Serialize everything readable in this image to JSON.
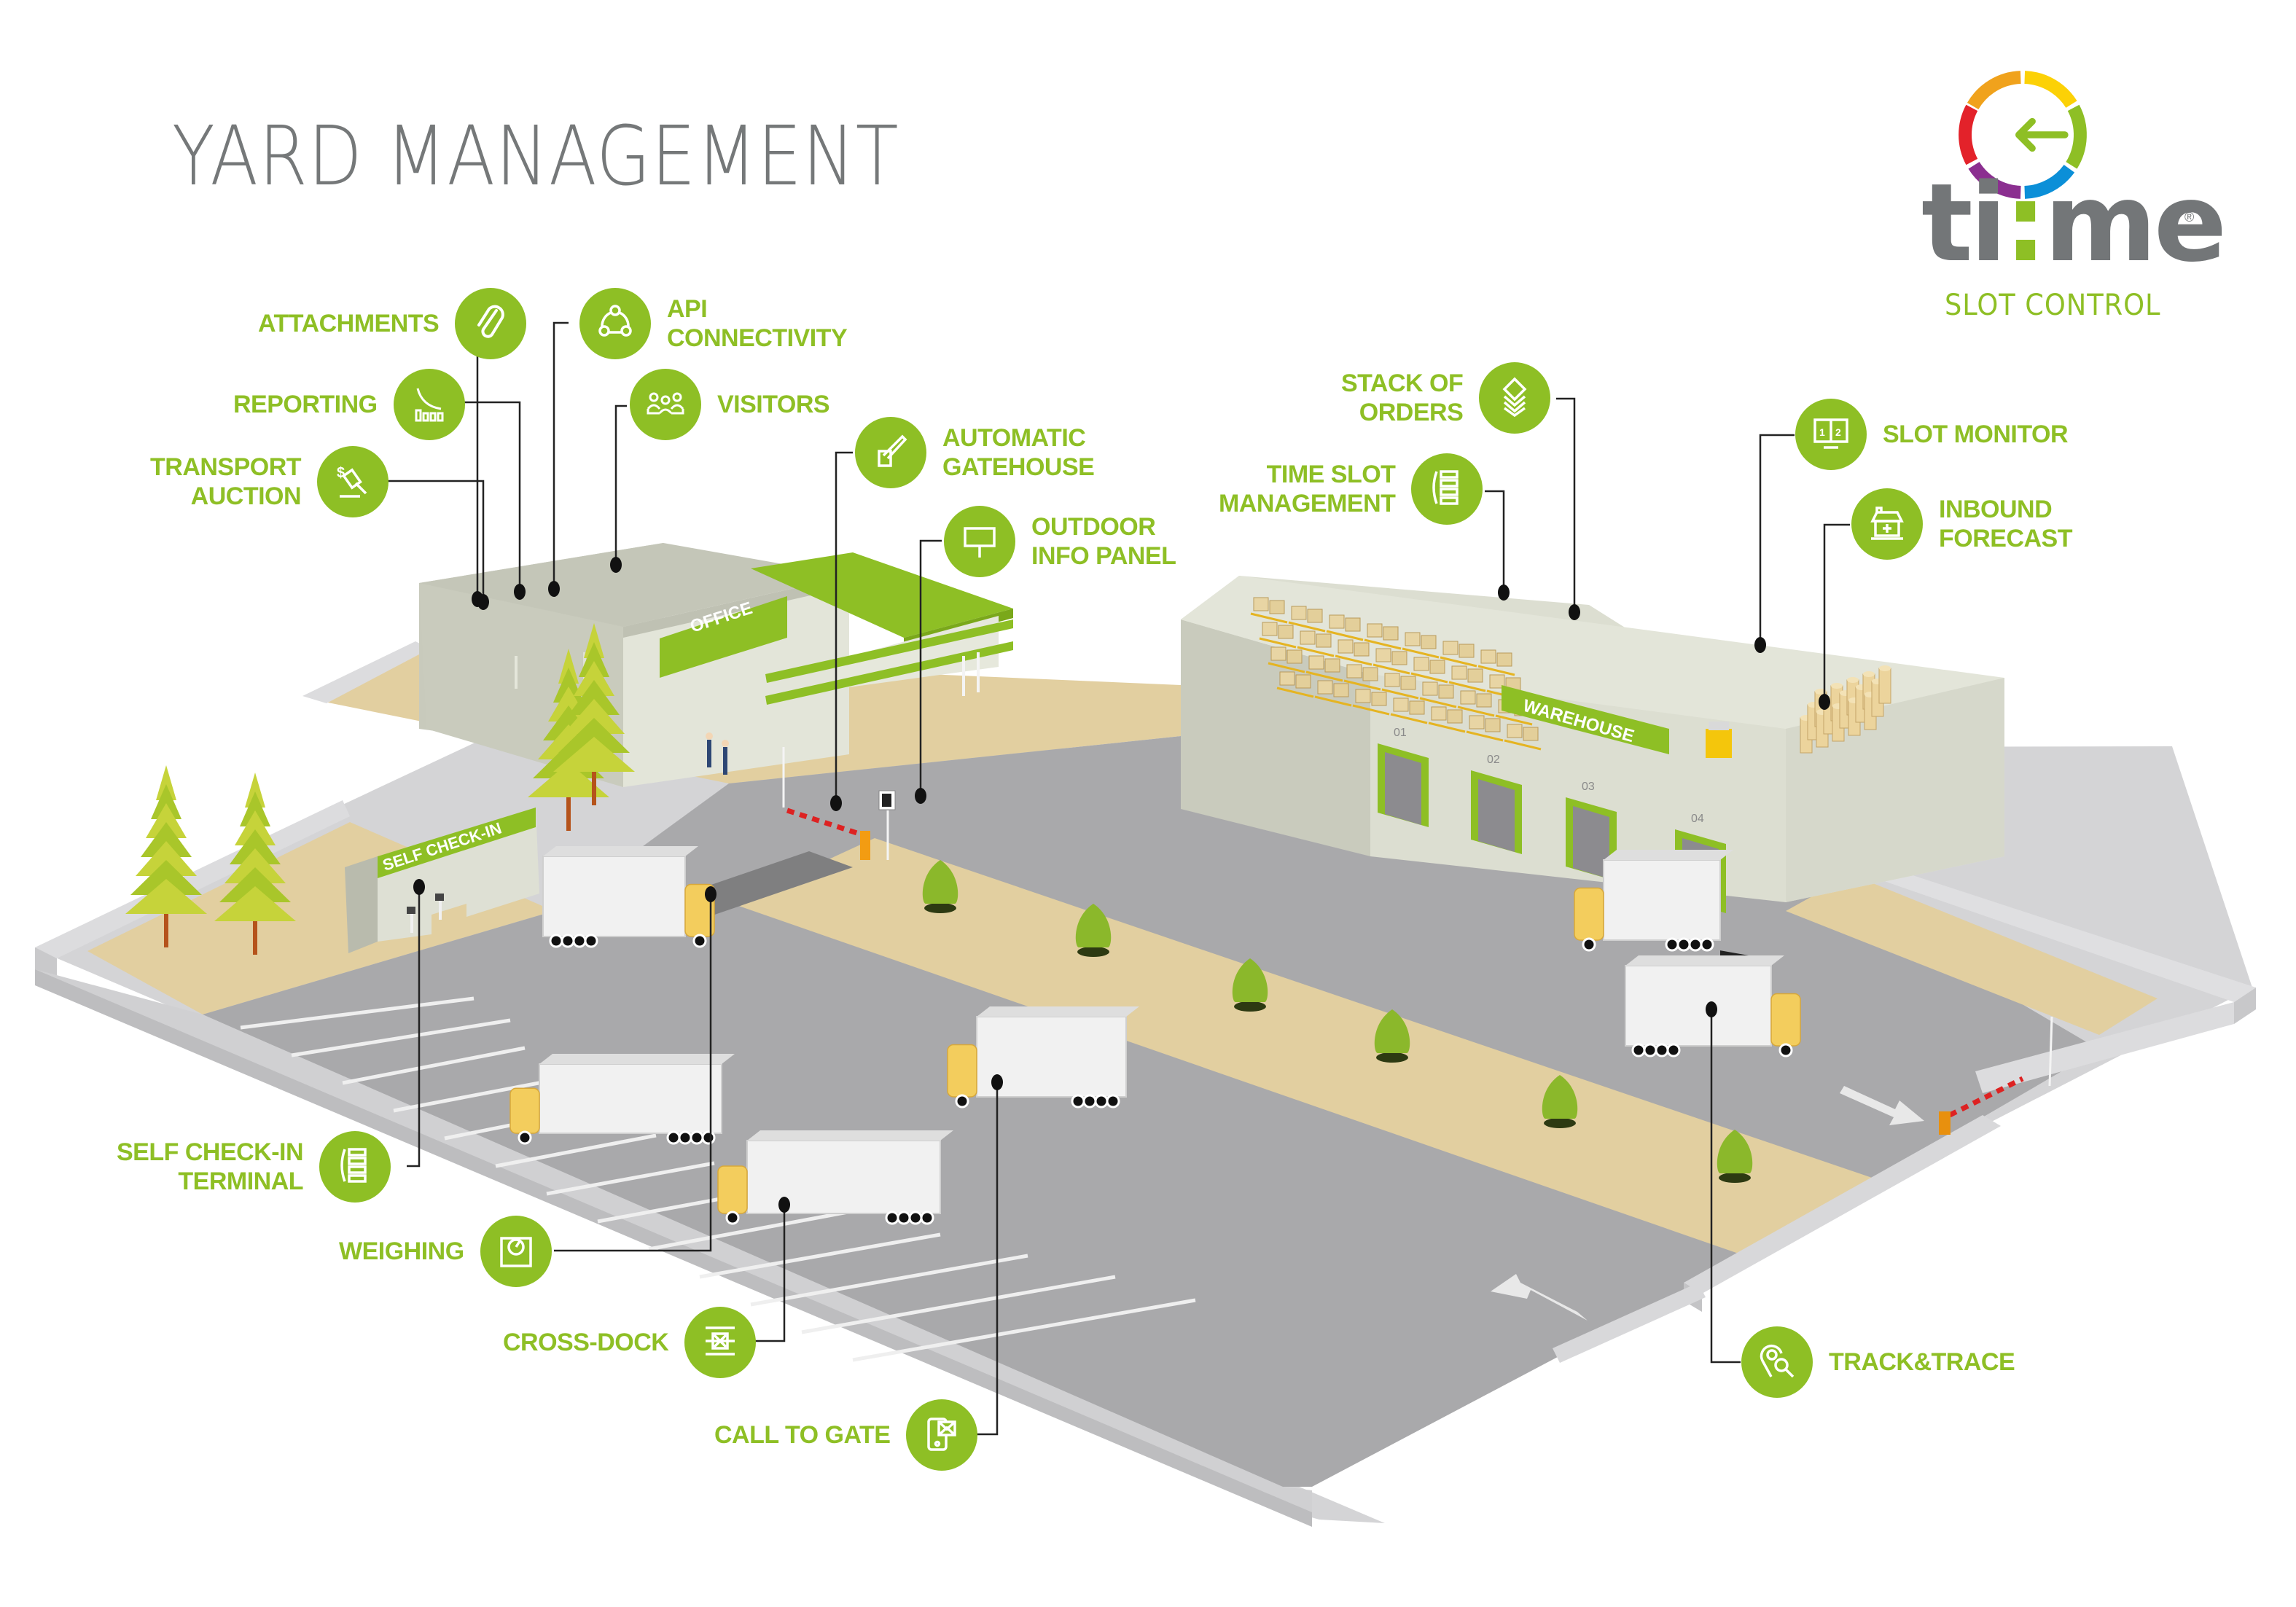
{
  "header": {
    "title": "YARD MANAGEMENT"
  },
  "logo": {
    "word_left": "ti",
    "word_colon": ":",
    "word_right": "me",
    "registered": "®",
    "subtitle": "SLOT CONTROL",
    "ring_colors": [
      "#f0a21c",
      "#fcd106",
      "#8ebf25",
      "#0b8fd8",
      "#8b2f90",
      "#e3222a"
    ],
    "arrow_color": "#8ebf25"
  },
  "colors": {
    "accent": "#8ebf25",
    "title_gray": "#757879",
    "asphalt": "#a9a9ab",
    "sand": "#e2cfa0",
    "wall": "#d8dacd",
    "curb": "#d9d9db",
    "truck_cab": "#f3cd5d",
    "trailer": "#eeeeee"
  },
  "buildings": {
    "office_sign": "OFFICE",
    "warehouse_sign": "WAREHOUSE",
    "self_checkin_sign": "SELF CHECK-IN",
    "dock_numbers": [
      "01",
      "02",
      "03",
      "04"
    ]
  },
  "callouts": [
    {
      "id": "attachments",
      "label": "ATTACHMENTS",
      "icon": "paperclip-icon"
    },
    {
      "id": "api-connectivity",
      "label": "API\nCONNECTIVITY",
      "icon": "network-nodes-icon"
    },
    {
      "id": "reporting",
      "label": "REPORTING",
      "icon": "bar-chart-trend-icon"
    },
    {
      "id": "visitors",
      "label": "VISITORS",
      "icon": "people-group-icon"
    },
    {
      "id": "transport-auction",
      "label": "TRANSPORT\nAUCTION",
      "icon": "auction-gavel-dollar-icon"
    },
    {
      "id": "automatic-gatehouse",
      "label": "AUTOMATIC\nGATEHOUSE",
      "icon": "barrier-gate-icon"
    },
    {
      "id": "outdoor-info-panel",
      "label": "OUTDOOR\nINFO PANEL",
      "icon": "signboard-icon"
    },
    {
      "id": "stack-of-orders",
      "label": "STACK OF\nORDERS",
      "icon": "layers-stack-icon"
    },
    {
      "id": "time-slot-management",
      "label": "TIME SLOT\nMANAGEMENT",
      "icon": "slot-list-icon"
    },
    {
      "id": "slot-monitor",
      "label": "SLOT MONITOR",
      "icon": "monitor-1-2-icon"
    },
    {
      "id": "inbound-forecast",
      "label": "INBOUND\nFORECAST",
      "icon": "warehouse-plus-icon"
    },
    {
      "id": "self-check-in-terminal",
      "label": "SELF CHECK-IN\nTERMINAL",
      "icon": "terminal-list-icon"
    },
    {
      "id": "weighing",
      "label": "WEIGHING",
      "icon": "scale-gauge-icon"
    },
    {
      "id": "cross-dock",
      "label": "CROSS-DOCK",
      "icon": "cross-dock-arrows-icon"
    },
    {
      "id": "call-to-gate",
      "label": "CALL TO GATE",
      "icon": "phone-message-icon"
    },
    {
      "id": "track-trace",
      "label": "TRACK&TRACE",
      "icon": "location-search-icon"
    }
  ]
}
